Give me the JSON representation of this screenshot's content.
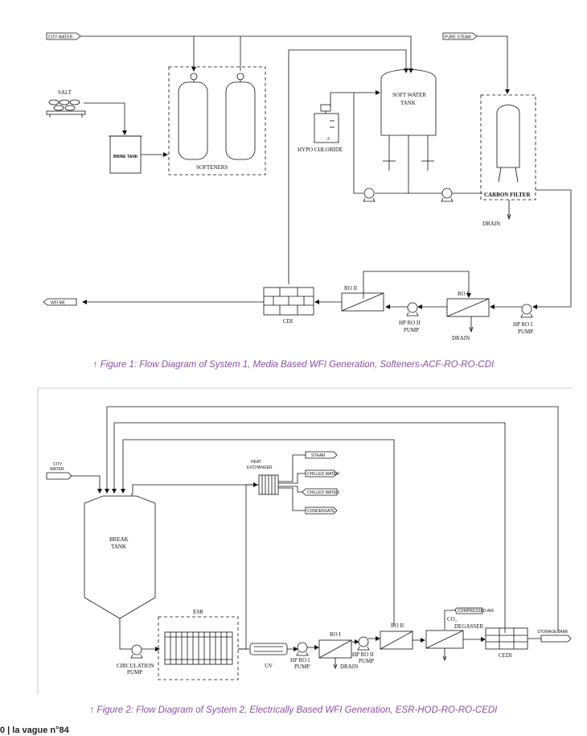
{
  "figure1": {
    "caption": "↑ Figure 1: Flow Diagram of System 1, Media Based WFI Generation, Softeners-ACF-RO-RO-CDI",
    "labels": {
      "city_water": "CITY WATER",
      "pure_steam": "PURE STEAM",
      "salt": "SALT",
      "brine_tank": "BRINE TANK",
      "softeners": "SOFTENERS",
      "hypo_chloride": "HYPO CHLORIDE",
      "soft_water_tank_1": "SOFT WATER",
      "soft_water_tank_2": "TANK",
      "carbon_filter": "CARBON FILTER",
      "drain_1": "DRAIN",
      "wfi_me": "WFI ME",
      "cdi": "CDI",
      "ro_ii": "RO II",
      "ro_i": "RO I",
      "hp_ro_ii_1": "HP RO II",
      "hp_ro_ii_2": "PUMP",
      "drain_2": "DRAIN",
      "hp_ro_i_1": "HP RO I",
      "hp_ro_i_2": "PUMP",
      "hypo_level": "2"
    }
  },
  "figure2": {
    "caption": "↑ Figure 2: Flow Diagram of System 2, Electrically Based WFI Generation, ESR-HOD-RO-RO-CEDI",
    "labels": {
      "city_water_1": "CITY",
      "city_water_2": "WATER",
      "heat_exchanger_1": "HEAT",
      "heat_exchanger_2": "EXCHANGER",
      "steam": "STEAM",
      "chilled_water_1": "CHILLED WATER",
      "chilled_water_2": "CHILLED WATER",
      "condensate": "CONDENSATE",
      "break_tank_1": "BREAK",
      "break_tank_2": "TANK",
      "esr": "ESR",
      "circulation_pump_1": "CIRCULATION",
      "circulation_pump_2": "PUMP",
      "uv": "UV",
      "hp_ro_i_1": "HP RO I",
      "hp_ro_i_2": "PUMP",
      "ro_i": "RO I",
      "drain": "DRAIN",
      "hp_ro_ii_1": "HP RO II",
      "hp_ro_ii_2": "PUMP",
      "ro_ii": "RO II",
      "compressed_air": "COMPRESSED AIR",
      "co2": "CO₂",
      "degasser": "DEGASSER",
      "cedi": "CEDI",
      "storage_tank": "STORAGE TANK"
    }
  },
  "footer": {
    "text": "0 | la vague n°84"
  }
}
